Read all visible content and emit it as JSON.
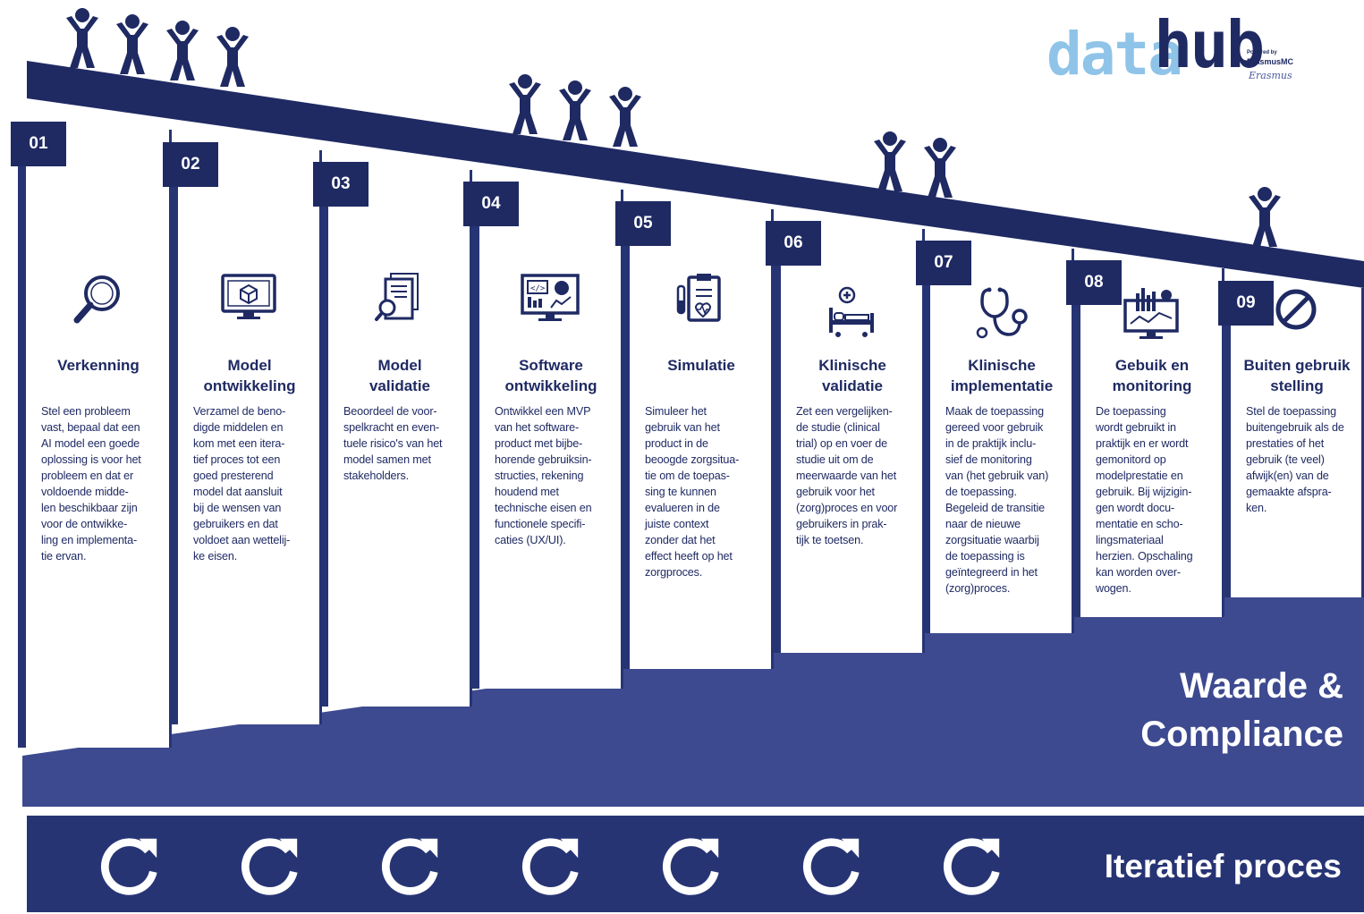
{
  "logo": {
    "text_left": "data",
    "text_right": "hub",
    "tagline_small": "Powered by",
    "org": "ErasmusMC",
    "script": "Erasmus"
  },
  "colors": {
    "navy": "#1f2a63",
    "band": "#3d4a90",
    "logo_light": "#8fc4e8",
    "logo_dark": "#1f2a63"
  },
  "steps": [
    {
      "num": "01",
      "title": "Verkenning",
      "icon": "magnifier-icon",
      "desc": "Stel een probleem\nvast, bepaal dat een\nAI model een goede\noplossing is voor het\nprobleem en dat er\nvoldoende midde-\nlen beschikbaar zijn\nvoor de ontwikke-\nling en implementa-\ntie ervan."
    },
    {
      "num": "02",
      "title": "Model\nontwikkeling",
      "icon": "monitor-cube-icon",
      "desc": "Verzamel de beno-\ndigde middelen en\nkom met een itera-\ntief proces tot een\ngoed presterend\nmodel dat aansluit\nbij de wensen van\ngebruikers en dat\nvoldoet aan wettelij-\nke eisen."
    },
    {
      "num": "03",
      "title": "Model\nvalidatie",
      "icon": "document-search-icon",
      "desc": "Beoordeel de voor-\nspelkracht en even-\ntuele risico's van het\nmodel samen met\nstakeholders."
    },
    {
      "num": "04",
      "title": "Software\nontwikkeling",
      "icon": "code-dashboard-icon",
      "desc": "Ontwikkel een MVP\nvan het software-\nproduct met bijbe-\nhorende gebruiksin-\nstructies, rekening\nhoudend met\ntechnische eisen en\nfunctionele specifi-\ncaties (UX/UI)."
    },
    {
      "num": "05",
      "title": "Simulatie",
      "icon": "clipboard-heart-icon",
      "desc": "Simuleer het\ngebruik van het\nproduct in de\nbeoogde zorgsitua-\ntie om de toepas-\nsing te kunnen\nevalueren in de\njuiste context\nzonder dat het\neffect heeft op het\nzorgproces."
    },
    {
      "num": "06",
      "title": "Klinische\nvalidatie",
      "icon": "hospital-bed-icon",
      "desc": "Zet een vergelijken-\nde studie (clinical\ntrial) op en voer de\nstudie uit om de\nmeerwaarde van het\ngebruik voor het\n(zorg)proces en voor\ngebruikers in prak-\ntijk te toetsen."
    },
    {
      "num": "07",
      "title": "Klinische\nimplementatie",
      "icon": "stethoscope-icon",
      "desc": "Maak de toepassing\ngereed voor gebruik\nin de praktijk inclu-\nsief de monitoring\nvan (het gebruik van)\nde toepassing.\nBegeleid de transitie\nnaar de nieuwe\nzorgsituatie waarbij\nde toepassing is\ngeïntegreerd in het\n(zorg)proces."
    },
    {
      "num": "08",
      "title": "Gebuik en\nmonitoring",
      "icon": "analytics-monitor-icon",
      "desc": "De toepassing\nwordt gebruikt in\npraktijk en er wordt\ngemonitord op\nmodelprestatie en\ngebruik. Bij wijzigin-\ngen wordt docu-\nmentatie en scho-\nlingsmateriaal\nherzien. Opschaling\nkan worden over-\nwogen."
    },
    {
      "num": "09",
      "title": "Buiten gebruik\nstelling",
      "icon": "prohibited-icon",
      "desc": "Stel de toepassing\nbuitengebruik als de\nprestaties of het\ngebruik (te veel)\nafwijk(en) van de\ngemaakte afspra-\nken."
    }
  ],
  "value_band": {
    "line1": "Waarde &",
    "line2": "Compliance"
  },
  "iteration_band": {
    "label": "Iteratief proces",
    "icon": "refresh-icon",
    "count": 7
  },
  "people_groups": [
    4,
    3,
    2,
    1
  ]
}
